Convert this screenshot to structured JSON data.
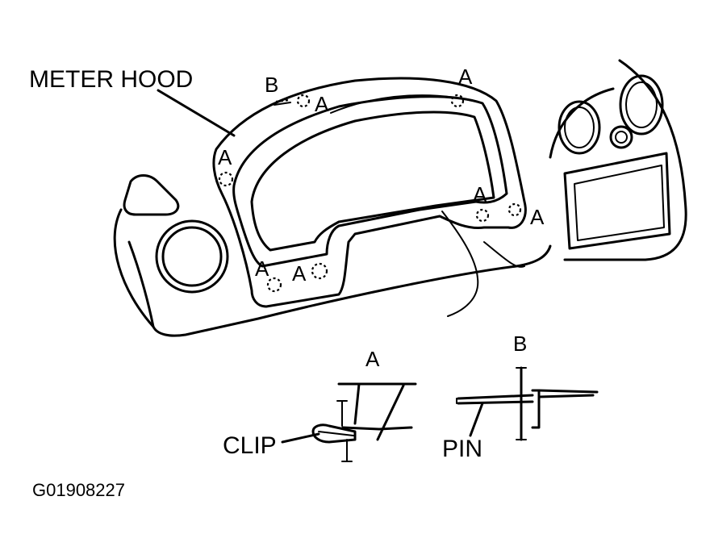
{
  "labels": {
    "meter_hood": "METER HOOD",
    "clip_a": "A",
    "pin_b": "B",
    "detail_a_title": "A",
    "detail_b_title": "B",
    "clip": "CLIP",
    "pin": "PIN",
    "figure_id": "G01908227"
  }
}
